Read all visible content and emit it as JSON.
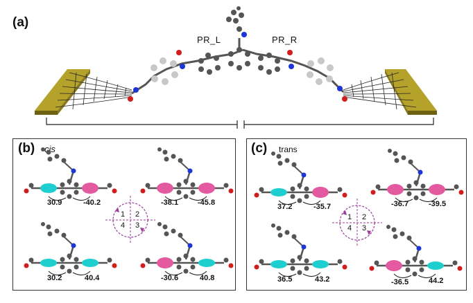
{
  "figure": {
    "panel_a": {
      "letter": "(a)",
      "labels": {
        "left": "PR_L",
        "right": "PR_R"
      }
    },
    "panel_b": {
      "letter": "(b)",
      "condition": "cis",
      "quadrant_numbers": [
        "1",
        "2",
        "4",
        "3"
      ],
      "angles": {
        "q1": [
          "30.9",
          "-40.2"
        ],
        "q2": [
          "-38.1",
          "-45.8"
        ],
        "q4": [
          "30.2",
          "40.4"
        ],
        "q3": [
          "-30.6",
          "40.8"
        ]
      }
    },
    "panel_c": {
      "letter": "(c)",
      "condition": "trans",
      "quadrant_numbers": [
        "1",
        "2",
        "4",
        "3"
      ],
      "angles": {
        "q1": [
          "37.2",
          "-35.7"
        ],
        "q2": [
          "-36.7",
          "-39.5"
        ],
        "q4": [
          "36.5",
          "43.2"
        ],
        "q3": [
          "-36.5",
          "44.2"
        ]
      }
    },
    "colors": {
      "electrode": "#b5a22a",
      "electrode_dark": "#6e6114",
      "atom_c": "#555555",
      "atom_h": "#c8c8c8",
      "atom_n": "#1c35d6",
      "atom_o": "#d01e1e",
      "ring_cyan": "#1fcfcf",
      "ring_pink": "#e35aa0",
      "quadrant": "#9b3a9b"
    }
  }
}
